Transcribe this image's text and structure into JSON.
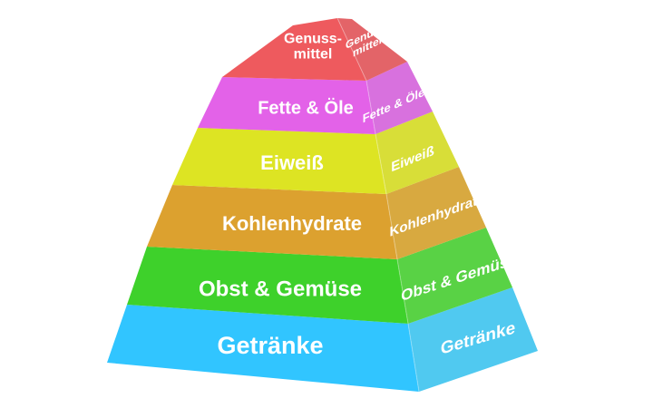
{
  "pyramid": {
    "tiers": [
      {
        "front_label": "Getränke",
        "side_label": "Getränke",
        "front_color": "#31c5ff",
        "side_color": "#56d6ff"
      },
      {
        "front_label": "Obst & Gemüse",
        "side_label": "Obst & Gemüse",
        "front_color": "#3ed12b",
        "side_color": "#5fe04a"
      },
      {
        "front_label": "Kohlenhydrate",
        "side_label": "Kohlenhydrate",
        "front_color": "#dca12f",
        "side_color": "#e6b444"
      },
      {
        "front_label": "Eiweiß",
        "side_label": "Eiweiß",
        "front_color": "#dde423",
        "side_color": "#e6ec3c"
      },
      {
        "front_label": "Fette & Öle",
        "side_label": "Fette & Öle",
        "front_color": "#e362e8",
        "side_color": "#e679ec"
      },
      {
        "front_label": "Genuss-\nmittel",
        "side_label": "Genuss-\nmittel",
        "front_color": "#ee5a5e",
        "side_color": "#f26b6f"
      }
    ],
    "edge_color": "#00000022"
  }
}
